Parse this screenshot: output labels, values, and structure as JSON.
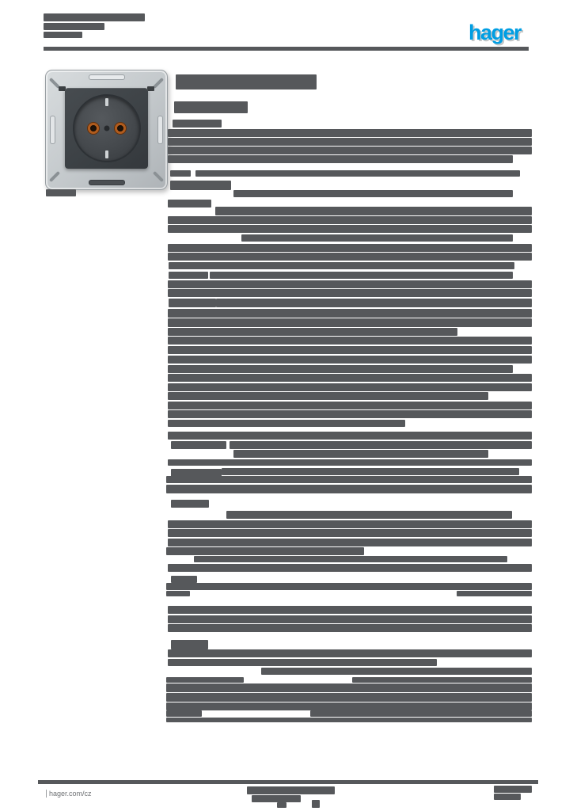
{
  "brand": {
    "logo_text": "hager",
    "brand_blue": "#009EE3"
  },
  "footer": {
    "website": "hager.com/cz"
  },
  "colors": {
    "page_bg": "#FFFFFF",
    "ink": "#56585B"
  },
  "product_image": {
    "alt": "anthracite-schuko-socket-photo"
  },
  "redactions": {
    "header_lines": [
      [
        55,
        17,
        128,
        10
      ],
      [
        55,
        29,
        77,
        9
      ],
      [
        55,
        40,
        49,
        8
      ]
    ],
    "title_bars": [
      [
        222,
        94,
        178,
        19
      ],
      [
        220,
        128,
        93,
        15
      ]
    ],
    "caption_bars": [
      [
        58,
        239,
        38,
        9
      ]
    ],
    "body_bars": [
      [
        218,
        151,
        62,
        10
      ],
      [
        212,
        163,
        460,
        10
      ],
      [
        212,
        174,
        460,
        10
      ],
      [
        212,
        185,
        460,
        10
      ],
      [
        212,
        196,
        436,
        10
      ],
      [
        215,
        215,
        26,
        8
      ],
      [
        247,
        215,
        410,
        8
      ],
      [
        215,
        228,
        77,
        12
      ],
      [
        295,
        240,
        353,
        9
      ],
      [
        212,
        252,
        55,
        10
      ],
      [
        272,
        261,
        400,
        11
      ],
      [
        212,
        273,
        460,
        10
      ],
      [
        212,
        284,
        460,
        10
      ],
      [
        305,
        296,
        343,
        9
      ],
      [
        212,
        308,
        460,
        10
      ],
      [
        212,
        319,
        460,
        10
      ],
      [
        213,
        331,
        437,
        9
      ],
      [
        213,
        343,
        50,
        9
      ],
      [
        265,
        343,
        383,
        9
      ],
      [
        212,
        354,
        460,
        10
      ],
      [
        212,
        365,
        460,
        10
      ],
      [
        213,
        377,
        60,
        11
      ],
      [
        273,
        377,
        399,
        11
      ],
      [
        212,
        390,
        460,
        11
      ],
      [
        212,
        402,
        460,
        11
      ],
      [
        212,
        414,
        366,
        10
      ],
      [
        212,
        425,
        460,
        10
      ],
      [
        212,
        437,
        460,
        10
      ],
      [
        212,
        449,
        460,
        10
      ],
      [
        212,
        461,
        436,
        10
      ],
      [
        212,
        472,
        460,
        10
      ],
      [
        212,
        484,
        460,
        10
      ],
      [
        212,
        495,
        405,
        10
      ],
      [
        212,
        507,
        460,
        10
      ],
      [
        212,
        518,
        460,
        10
      ],
      [
        212,
        530,
        300,
        9
      ],
      [
        212,
        545,
        460,
        10
      ],
      [
        216,
        557,
        70,
        10
      ],
      [
        290,
        557,
        382,
        10
      ],
      [
        295,
        568,
        322,
        10
      ],
      [
        212,
        580,
        460,
        8
      ],
      [
        216,
        592,
        64,
        15
      ],
      [
        280,
        591,
        376,
        9
      ],
      [
        210,
        601,
        462,
        9
      ],
      [
        210,
        612,
        462,
        11
      ],
      [
        216,
        631,
        48,
        10
      ],
      [
        286,
        645,
        361,
        10
      ],
      [
        212,
        657,
        460,
        10
      ],
      [
        212,
        668,
        460,
        10
      ],
      [
        212,
        680,
        460,
        10
      ],
      [
        210,
        691,
        250,
        10
      ],
      [
        245,
        702,
        396,
        8
      ],
      [
        212,
        712,
        460,
        10
      ],
      [
        216,
        727,
        33,
        9
      ],
      [
        210,
        736,
        462,
        9
      ],
      [
        210,
        746,
        30,
        7
      ],
      [
        577,
        746,
        95,
        7
      ],
      [
        212,
        765,
        460,
        10
      ],
      [
        212,
        777,
        460,
        10
      ],
      [
        212,
        788,
        460,
        10
      ],
      [
        216,
        808,
        47,
        12
      ],
      [
        212,
        820,
        460,
        10
      ],
      [
        212,
        832,
        340,
        9
      ],
      [
        330,
        843,
        342,
        9
      ],
      [
        210,
        855,
        98,
        7
      ],
      [
        445,
        855,
        227,
        7
      ],
      [
        210,
        863,
        462,
        11
      ],
      [
        210,
        875,
        462,
        11
      ],
      [
        210,
        887,
        462,
        10
      ],
      [
        210,
        897,
        45,
        8
      ],
      [
        392,
        897,
        280,
        8
      ],
      [
        210,
        906,
        462,
        6
      ]
    ],
    "footer_center_bars": [
      [
        312,
        993,
        111,
        10
      ],
      [
        318,
        1004,
        62,
        9
      ],
      [
        350,
        1013,
        12,
        7
      ],
      [
        394,
        1010,
        10,
        10
      ]
    ],
    "footer_right_bars": [
      [
        624,
        992,
        48,
        9
      ],
      [
        624,
        1002,
        34,
        8
      ]
    ]
  }
}
